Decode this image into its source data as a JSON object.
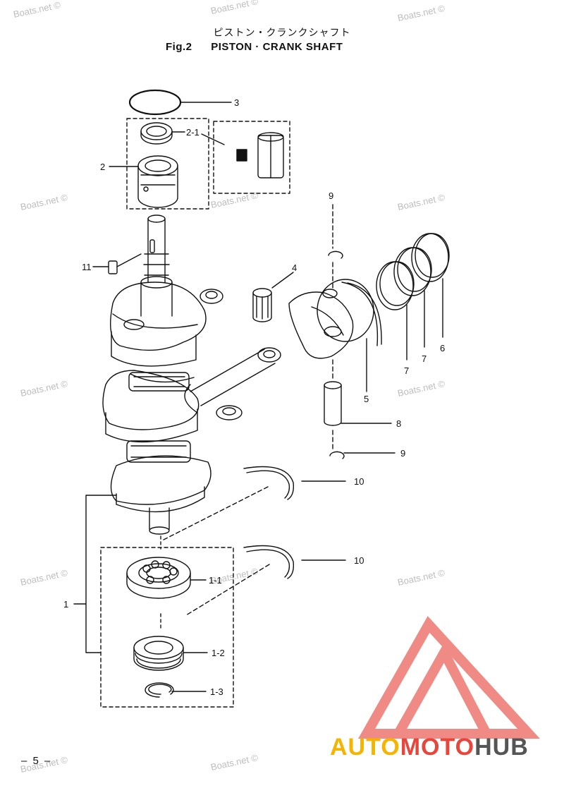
{
  "header": {
    "title_jp": "ピストン・クランクシャフト",
    "fig_label": "Fig.2",
    "title_en": "PISTON · CRANK SHAFT"
  },
  "callouts": {
    "c3": "3",
    "c2_1": "2-1",
    "c2": "2",
    "c11": "11",
    "c9_top": "9",
    "c4": "4",
    "c5": "5",
    "c6": "6",
    "c7a": "7",
    "c7b": "7",
    "c8": "8",
    "c9_bottom": "9",
    "c10_top": "10",
    "c10_bottom": "10",
    "c1": "1",
    "c1_1": "1-1",
    "c1_2": "1-2",
    "c1_3": "1-3"
  },
  "watermark": {
    "text": "Boats.net ©"
  },
  "footer": {
    "page_number": "– 5 –"
  },
  "logo": {
    "auto": "AUTO",
    "moto": "MOTO",
    "hub": "HUB",
    "colors": {
      "auto": "#f5b400",
      "moto": "#e8463c",
      "hub": "#555555",
      "triangle": "#f08a84"
    }
  }
}
